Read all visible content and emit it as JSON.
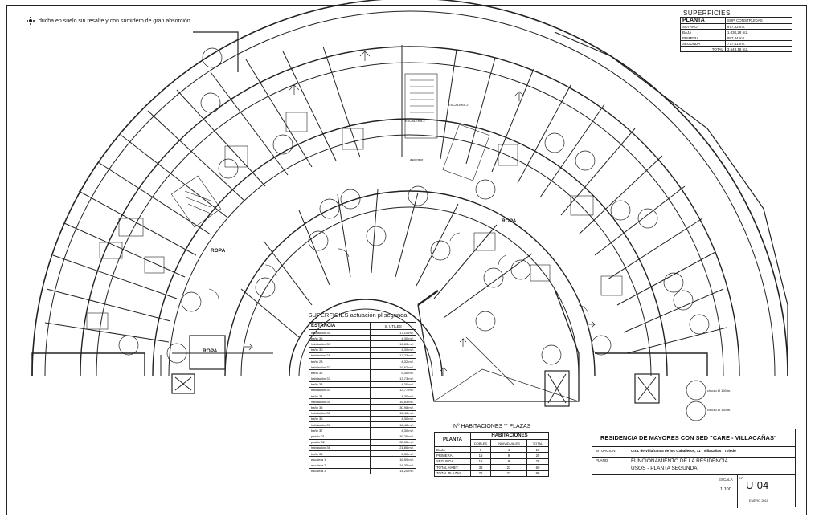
{
  "legend": {
    "text": "ducha en suelo sin resalte y con sumidero de gran absorción"
  },
  "superficies_top": {
    "caption": "SUPERFICIES",
    "header": [
      "PLANTA",
      "SUP. CONSTRUIDAS"
    ],
    "rows": [
      [
        "SOTANO",
        "977,82 m2."
      ],
      [
        "BAJA",
        "1.030,28 m2."
      ],
      [
        "PRIMERA",
        "887,34 m2."
      ],
      [
        "SEGUNDA",
        "777,81 m2."
      ],
      [
        "TOTAL",
        "3.643,18 m2."
      ]
    ]
  },
  "superficies_actuacion": {
    "caption": "SUPERFICIES actuación pl.segunda",
    "header": [
      "ESTANCIA",
      "S. UTILES"
    ],
    "rows": [
      [
        "habitación 35",
        "17,10 m2."
      ],
      [
        "baño 35",
        "4,30 m2."
      ],
      [
        "habitación 30",
        "16,63 m2."
      ],
      [
        "baño 30",
        "4,30 m2."
      ],
      [
        "habitación 31",
        "17,73 m2."
      ],
      [
        "baño 28",
        "4,32 m2."
      ],
      [
        "habitación 32",
        "19,62 m2."
      ],
      [
        "baño 32",
        "5,30 m2."
      ],
      [
        "habitación 33",
        "13,73 m2."
      ],
      [
        "baño 33",
        "4,30 m2."
      ],
      [
        "habitación 34",
        "13,77 m2."
      ],
      [
        "baño 34",
        "4,30 m2."
      ],
      [
        "habitación 35",
        "16,63 m2."
      ],
      [
        "baño 35",
        "30,98 m2."
      ],
      [
        "habitación 36",
        "15,46 m2."
      ],
      [
        "baño 36",
        "4,30 m2."
      ],
      [
        "habitación 37",
        "18,48 m2."
      ],
      [
        "baño 37",
        "4,30 m2."
      ],
      [
        "pasillo 01",
        "39,26 m2."
      ],
      [
        "pasillo 02",
        "35,35 m2."
      ],
      [
        "habitación 36",
        "21,86 m2."
      ],
      [
        "baño 36",
        "5,30 m2."
      ],
      [
        "escalera 1",
        "16,90 m2."
      ],
      [
        "escalera 2",
        "16,35 m2."
      ],
      [
        "escalera 3",
        "14,20 m2."
      ]
    ]
  },
  "habitaciones": {
    "caption": "Nº HABITACIONES Y PLAZAS",
    "header_planta": "PLANTA",
    "header_group": "HABITACIONES",
    "subheaders": [
      "DOBLES",
      "INDIVIDUALES",
      "TOTAL"
    ],
    "rows": [
      [
        "BAJA",
        "6",
        "4",
        "10"
      ],
      [
        "PRIMERA",
        "16",
        "9",
        "25"
      ],
      [
        "SEGUNDA",
        "16",
        "9",
        "25"
      ],
      [
        "TOTAL HABIT.",
        "38",
        "22",
        "60"
      ],
      [
        "TOTAL PLAZAS",
        "76",
        "22",
        "98"
      ]
    ]
  },
  "title_block": {
    "project": "RESIDENCIA DE MAYORES CON SED \"CARE - VILLACAÑAS\"",
    "situacion_label": "SITUACION",
    "situacion_value": "Ctra. de Villafranca de los Caballeros, 11 - Villacañas - Toledo",
    "plano_label": "PLANO",
    "plano_line1": "FUNCIONAMIENTO DE LA RESIDENCIA",
    "plano_line2": "USOS - PLANTA SEGUNDA",
    "escala_label": "ESCALA",
    "escala_value": "1:100",
    "numero_label": "Nº",
    "plan_number": "U-04",
    "fecha": "ENERO 2011"
  },
  "plan_labels": {
    "ropa_center": "ROPA",
    "ropa_left": "ROPA",
    "ropa_bottom": "ROPA",
    "escalera_3": "ESCALERA 3",
    "escalera_2": "ESCALERA 2",
    "ascensor": "ascensor",
    "circulo_1": "círculo Ø 150 m.",
    "circulo_2": "círculo Ø 150 m."
  }
}
